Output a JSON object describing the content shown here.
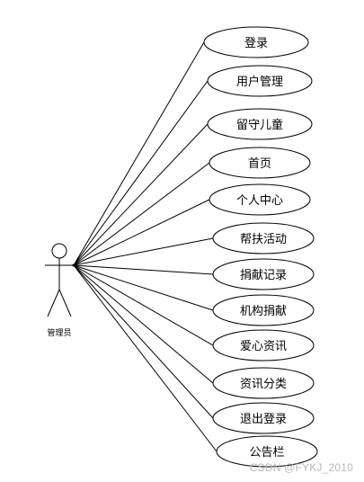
{
  "actor": {
    "label": "管理员"
  },
  "use_cases": [
    {
      "label": "登录"
    },
    {
      "label": "用户管理"
    },
    {
      "label": "留守儿童"
    },
    {
      "label": "首页"
    },
    {
      "label": "个人中心"
    },
    {
      "label": "帮扶活动"
    },
    {
      "label": "捐献记录"
    },
    {
      "label": "机构捐献"
    },
    {
      "label": "爱心资讯"
    },
    {
      "label": "资讯分类"
    },
    {
      "label": "退出登录"
    },
    {
      "label": "公告栏"
    }
  ],
  "watermark": "CSDN @FYKJ_2010",
  "colors": {
    "stroke": "#000000",
    "watermark": "#b8b8b8"
  }
}
